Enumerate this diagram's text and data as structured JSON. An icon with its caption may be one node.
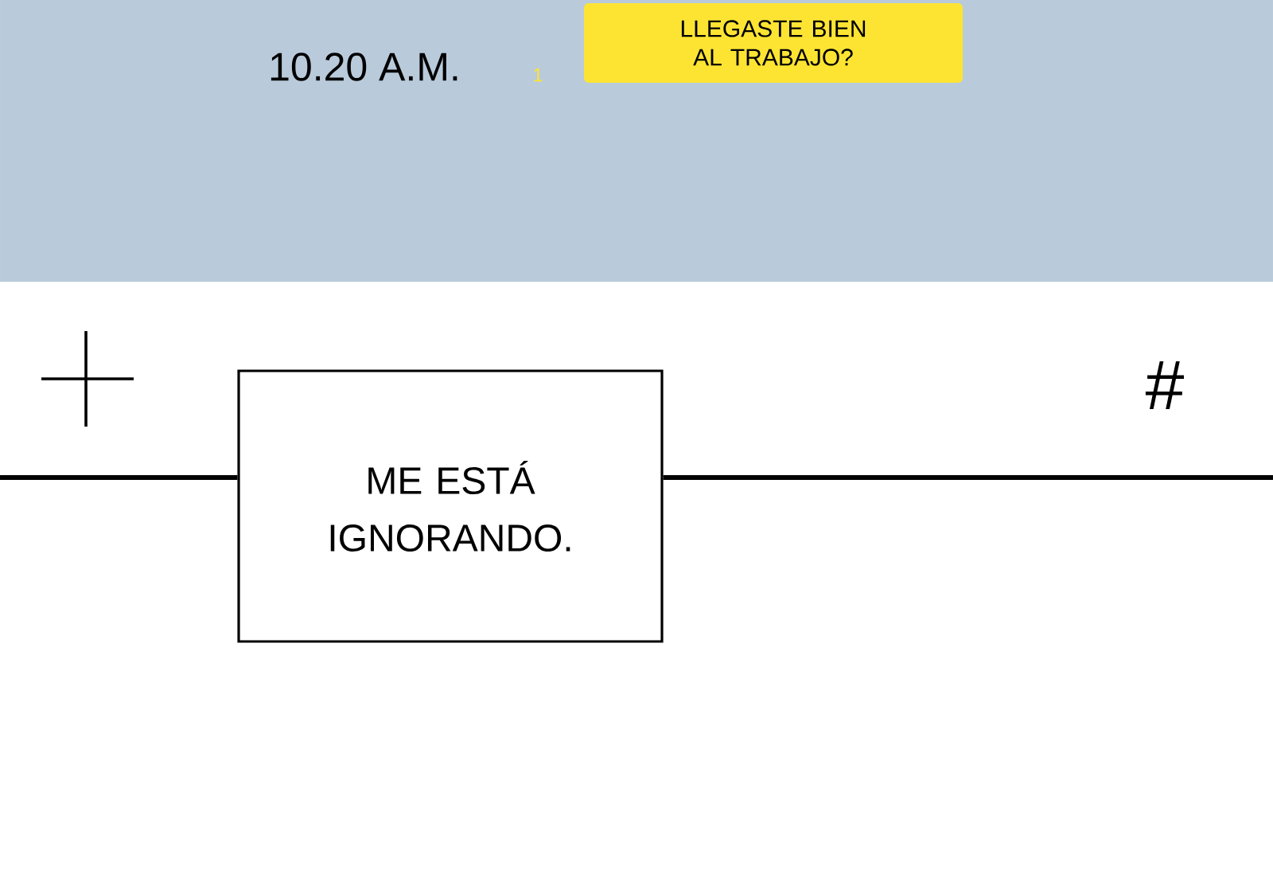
{
  "diagram": {
    "nodes": [
      {
        "text": [
          "LLEGASTE BIEN AL TRABAJO?"
        ]
      },
      {
        "text": [
          "ME ESTÁ IGNORANDO."
        ]
      }
    ],
    "edges": [
      {
        "from": null,
        "to": 1,
        "arrow": "none"
      },
      {
        "from": 1,
        "to": null,
        "arrow": "none"
      }
    ],
    "labels": [
      "10.20 A.M.",
      "1",
      "#"
    ]
  }
}
